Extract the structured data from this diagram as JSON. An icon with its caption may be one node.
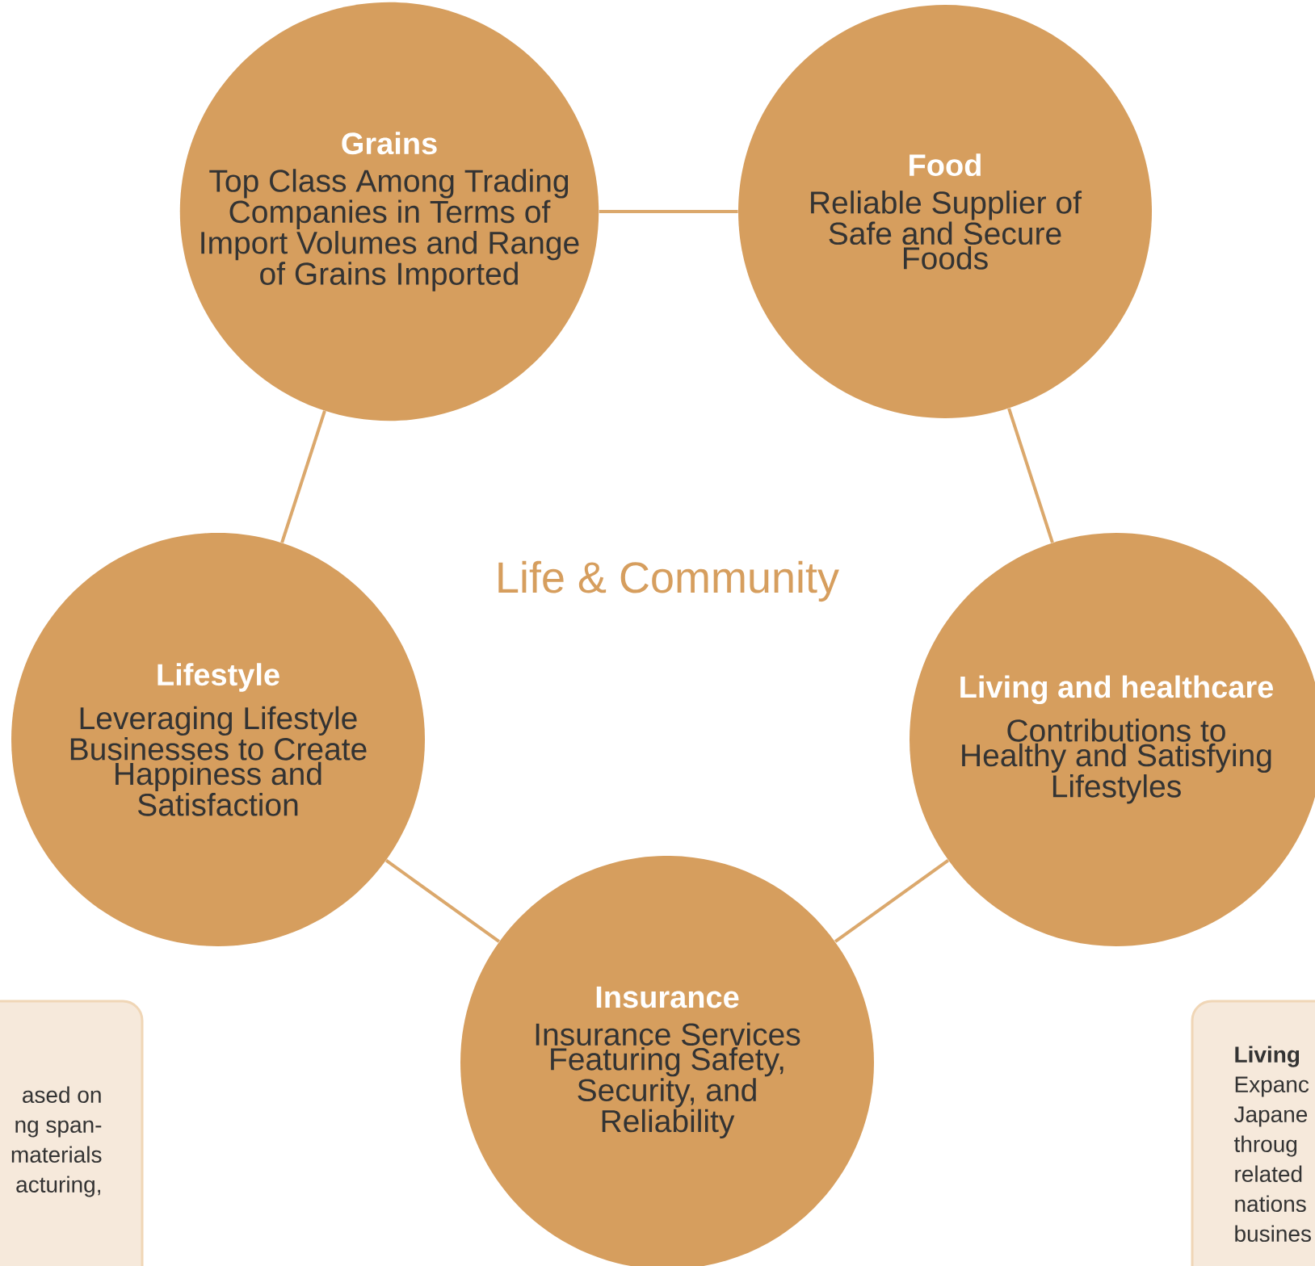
{
  "diagram": {
    "nodes": [
      {
        "text": [
          "Grains",
          "Top Class Among Trading Companies in Terms of Import Volumes and Range of Grains Imported"
        ]
      },
      {
        "text": [
          "Food",
          "Reliable Supplier of Safe and Secure Foods"
        ]
      },
      {
        "text": [
          "Lifestyle",
          "Leveraging Lifestyle Businesses to Create Happiness and Satisfaction"
        ]
      },
      {
        "text": [
          "Living and healthcare",
          "Contributions to Healthy and Satisfying Lifestyles"
        ]
      },
      {
        "text": [
          "Insurance",
          "Insurance Services Featuring Safety, Security, and Reliability"
        ]
      },
      {
        "text": [
          "ased on",
          "ng span-",
          "materials",
          "acturing,"
        ]
      },
      {
        "text": [
          "Living",
          "Expanc",
          "Japane",
          "throug",
          "related",
          "nations",
          "busines"
        ]
      }
    ],
    "edges": [
      {
        "from": 0,
        "to": 1,
        "arrow": "none"
      },
      {
        "from": 1,
        "to": 3,
        "arrow": "none"
      },
      {
        "from": 3,
        "to": 4,
        "arrow": "none"
      },
      {
        "from": 4,
        "to": 2,
        "arrow": "none"
      },
      {
        "from": 2,
        "to": 0,
        "arrow": "none"
      }
    ],
    "labels": [
      "Life & Community"
    ]
  }
}
